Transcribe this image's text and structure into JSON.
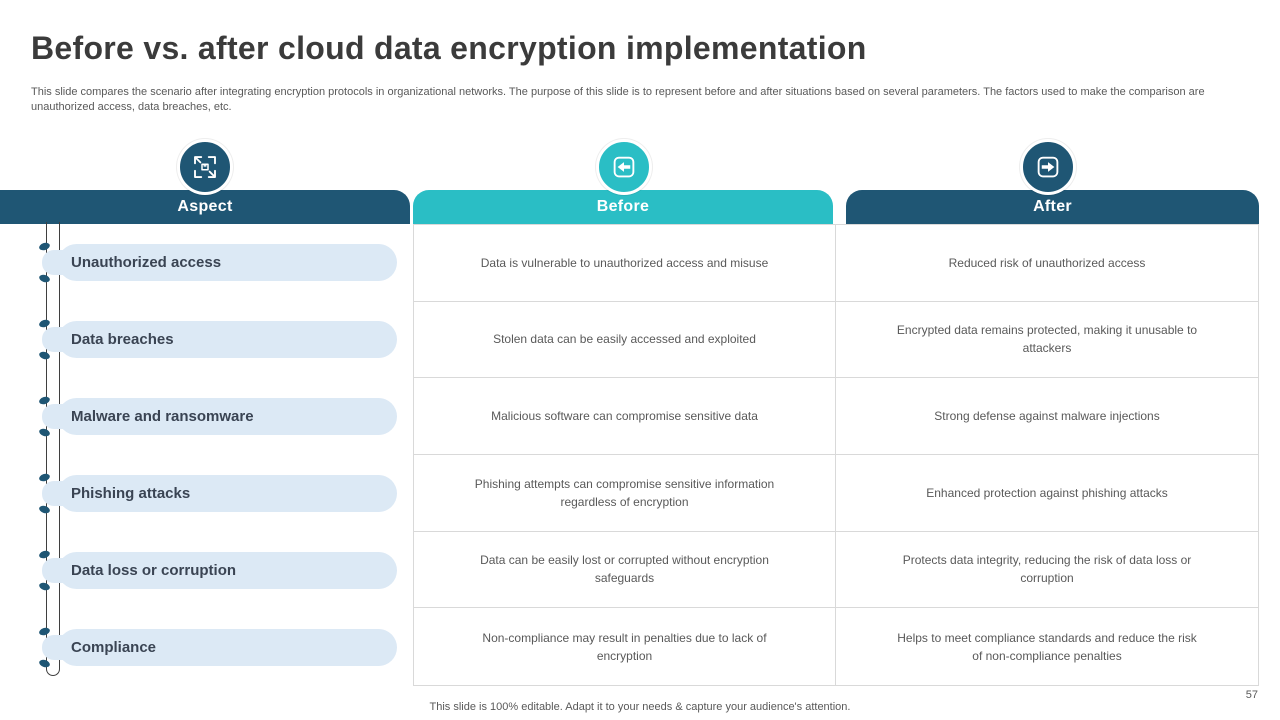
{
  "slide": {
    "title": "Before vs. after cloud data encryption implementation",
    "subtitle": "This slide compares the scenario after integrating encryption protocols in organizational networks. The purpose of this slide is to represent before and after situations based on several parameters. The factors used to make the comparison are unauthorized access, data breaches, etc.",
    "footer": "This slide is 100% editable. Adapt it to your needs & capture your audience's attention.",
    "page_number": "57"
  },
  "columns": {
    "aspect_label": "Aspect",
    "before_label": "Before",
    "after_label": "After"
  },
  "icons": {
    "aspect": "expand-package-icon",
    "before": "back-arrow-icon",
    "after": "forward-arrow-icon"
  },
  "colors": {
    "dark_blue": "#1f5674",
    "teal": "#2abec5",
    "pill_background": "#dce9f5",
    "pill_text": "#3a4453",
    "cell_text": "#595959",
    "table_border": "#d9d9d9"
  },
  "rows": [
    {
      "aspect": "Unauthorized access",
      "before": "Data is vulnerable to unauthorized access and misuse",
      "after": "Reduced risk of unauthorized access"
    },
    {
      "aspect": "Data breaches",
      "before": "Stolen data can be easily accessed and exploited",
      "after": "Encrypted data remains protected, making it unusable to attackers"
    },
    {
      "aspect": "Malware and ransomware",
      "before": "Malicious software can compromise sensitive data",
      "after": "Strong defense against malware injections"
    },
    {
      "aspect": "Phishing attacks",
      "before": "Phishing attempts can compromise sensitive information regardless of encryption",
      "after": "Enhanced protection against phishing attacks"
    },
    {
      "aspect": "Data loss or corruption",
      "before": "Data can be easily lost or corrupted without encryption safeguards",
      "after": "Protects data integrity, reducing the risk of data loss or corruption"
    },
    {
      "aspect": "Compliance",
      "before": "Non-compliance may result in penalties due to lack of encryption",
      "after": "Helps to meet compliance standards and reduce the risk of non-compliance penalties"
    }
  ]
}
